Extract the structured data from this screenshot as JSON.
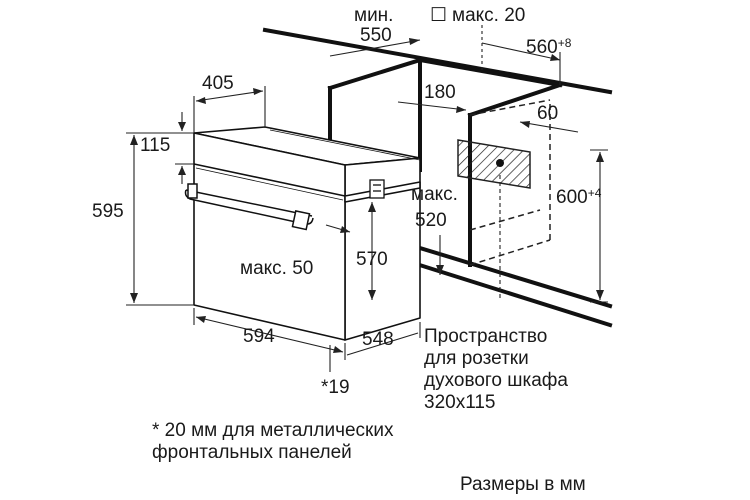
{
  "diagram": {
    "labels": {
      "min": "мин.",
      "d550": "550",
      "max20": "макс. 20",
      "d560": "560",
      "d560_sup": "+8",
      "d405": "405",
      "d180": "180",
      "d60": "60",
      "d115": "115",
      "d595": "595",
      "max_label": "макс.",
      "d520": "520",
      "d600": "600",
      "d600_sup": "+4",
      "max50": "макс. 50",
      "d570": "570",
      "d594": "594",
      "d548": "548",
      "star19": "*19"
    },
    "socket_note": "Пространство\nдля розетки\nдухового шкафа\n320x115",
    "footnote": "* 20 мм для металлических\nфронтальных панелей",
    "units_note": "Размеры в мм",
    "checkbox_symbol": "☐"
  }
}
